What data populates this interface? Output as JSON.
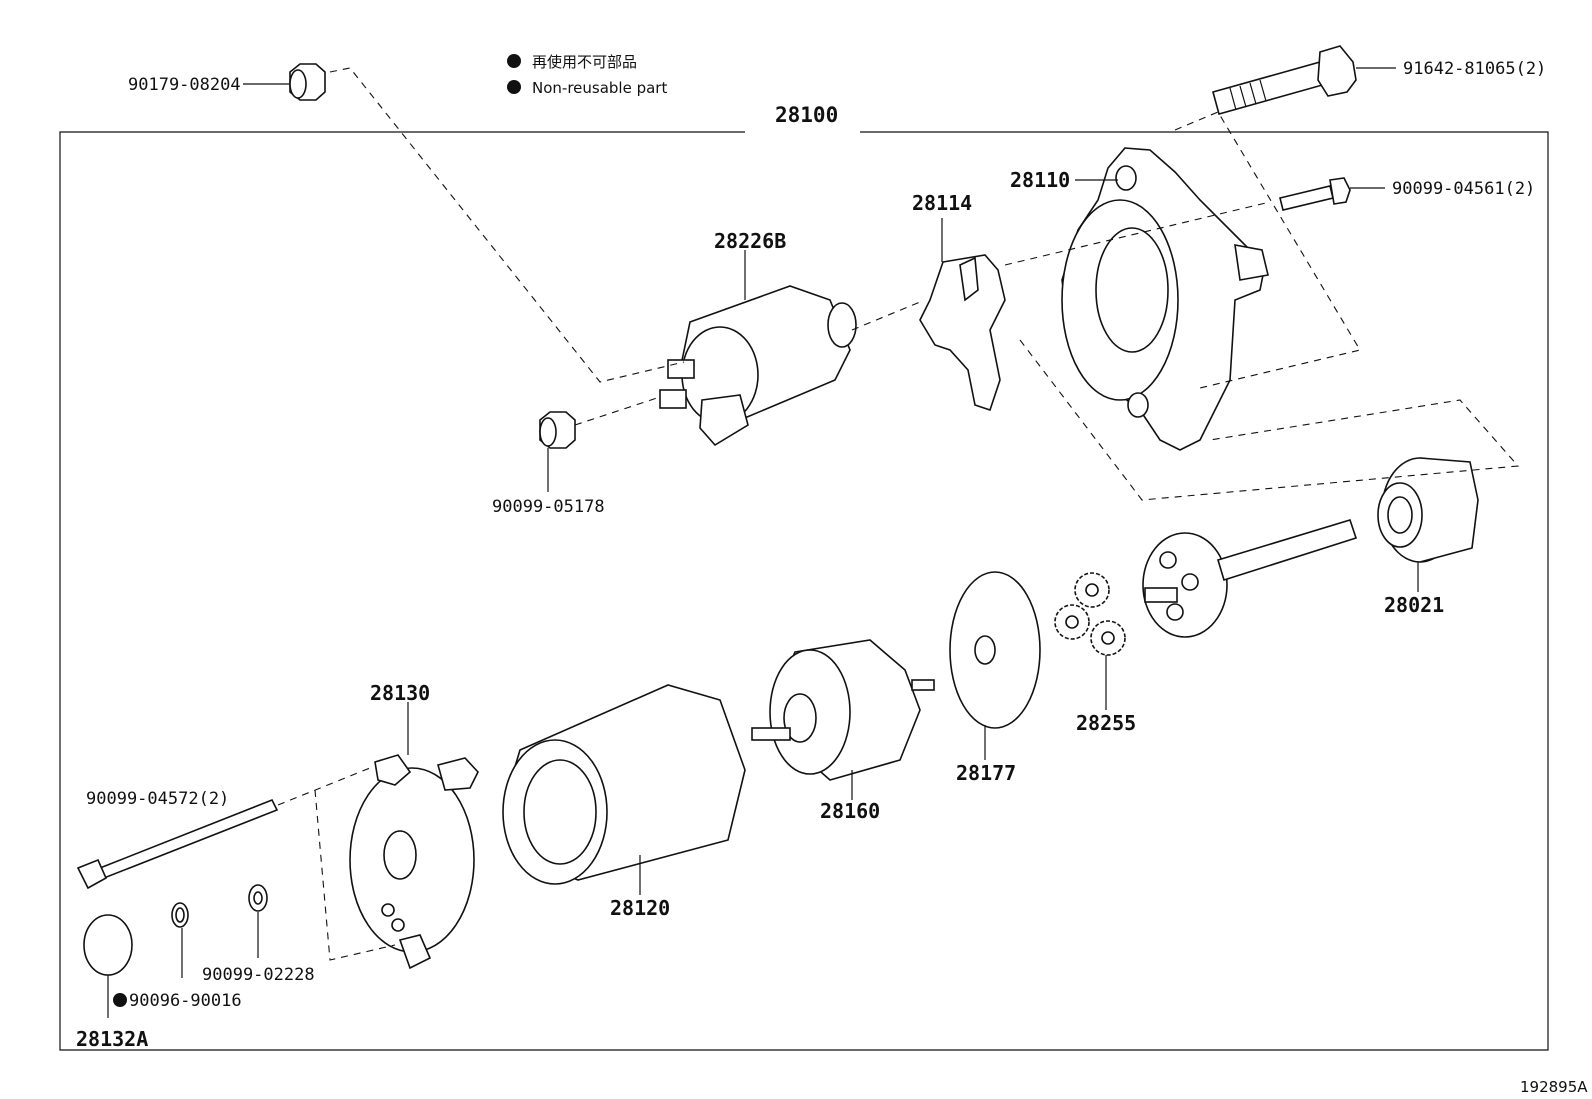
{
  "assembly": {
    "number": "28100"
  },
  "legend": {
    "japanese": "再使用不可部品",
    "english": "Non-reusable part",
    "marker_color": "#111111"
  },
  "drawing_number": "192895A",
  "callouts": {
    "p90179_08204": "90179-08204",
    "p91642_81065": "91642-81065(2)",
    "p28110": "28110",
    "p90099_04561": "90099-04561(2)",
    "p28114": "28114",
    "p28226B": "28226B",
    "p90099_05178": "90099-05178",
    "p28021": "28021",
    "p28255": "28255",
    "p28177": "28177",
    "p28160": "28160",
    "p28130": "28130",
    "p28120": "28120",
    "p90099_04572": "90099-04572(2)",
    "p90099_02228": "90099-02228",
    "p90096_90016": "90096-90016",
    "p28132A": "28132A"
  }
}
